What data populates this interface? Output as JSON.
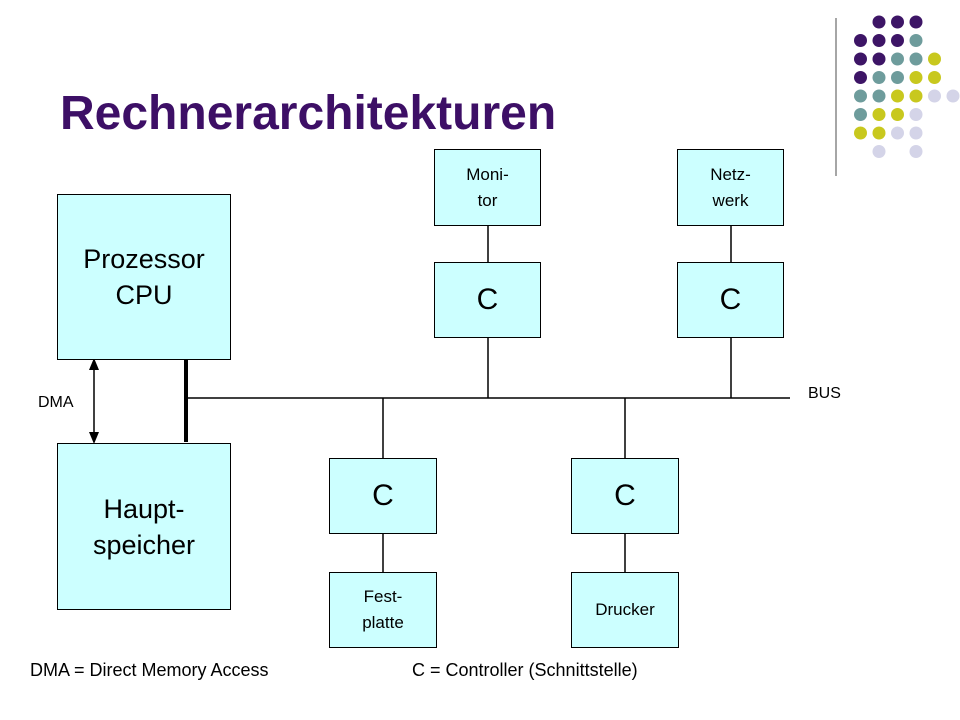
{
  "title": "Rechnerarchitekturen",
  "colors": {
    "title": "#3d0f66",
    "box_fill": "#ccffff",
    "dot_purple": "#3d1566",
    "dot_teal": "#6e9c9c",
    "dot_yellow": "#c8c81e",
    "dot_lavender": "#d4d4e8"
  },
  "components": {
    "cpu": "Prozessor\nCPU",
    "memory": "Haupt-\nspeicher",
    "monitor": "Moni-\ntor",
    "network": "Netz-\nwerk",
    "disk": "Fest-\nplatte",
    "printer": "Drucker",
    "controller_monitor": "C",
    "controller_network": "C",
    "controller_disk": "C",
    "controller_printer": "C"
  },
  "labels": {
    "bus": "BUS",
    "dma": "DMA"
  },
  "legend": {
    "dma": "DMA = Direct Memory Access",
    "controller": "C = Controller (Schnittstelle)"
  }
}
